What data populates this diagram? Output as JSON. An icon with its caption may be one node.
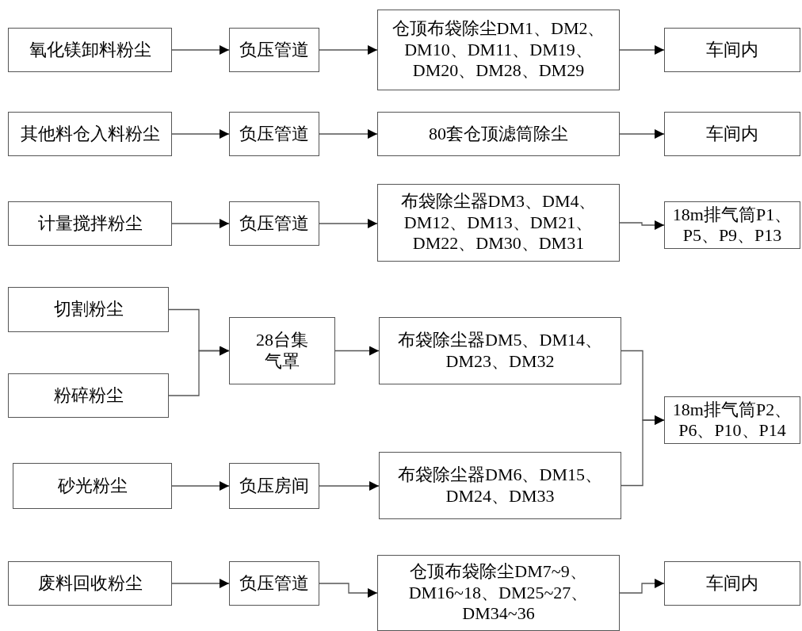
{
  "diagram": {
    "nodes": [
      {
        "text": [
          "氧化镁卸料粉尘"
        ]
      },
      {
        "text": [
          "负压管道"
        ]
      },
      {
        "text": [
          "仓顶布袋除尘DM1、DM2、DM10、DM11、DM19、DM20、DM28、DM29"
        ]
      },
      {
        "text": [
          "车间内"
        ]
      },
      {
        "text": [
          "其他料仓入料粉尘"
        ]
      },
      {
        "text": [
          "负压管道"
        ]
      },
      {
        "text": [
          "80套仓顶滤筒除尘"
        ]
      },
      {
        "text": [
          "车间内"
        ]
      },
      {
        "text": [
          "计量搅拌粉尘"
        ]
      },
      {
        "text": [
          "负压管道"
        ]
      },
      {
        "text": [
          "布袋除尘器DM3、DM4、DM12、DM13、DM21、DM22、DM30、DM31"
        ]
      },
      {
        "text": [
          "18m排气筒P1、P5、P9、P13"
        ]
      },
      {
        "text": [
          "切割粉尘"
        ]
      },
      {
        "text": [
          "粉碎粉尘"
        ]
      },
      {
        "text": [
          "28台集气罩"
        ]
      },
      {
        "text": [
          "布袋除尘器DM5、DM14、DM23、DM32"
        ]
      },
      {
        "text": [
          "18m排气筒P2、P6、P10、P14"
        ]
      },
      {
        "text": [
          "砂光粉尘"
        ]
      },
      {
        "text": [
          "负压房间"
        ]
      },
      {
        "text": [
          "布袋除尘器DM6、DM15、DM24、DM33"
        ]
      },
      {
        "text": [
          "废料回收粉尘"
        ]
      },
      {
        "text": [
          "负压管道"
        ]
      },
      {
        "text": [
          "仓顶布袋除尘DM7~9、DM16~18、DM25~27、DM34~36"
        ]
      },
      {
        "text": [
          "车间内"
        ]
      }
    ],
    "edges": [
      {
        "from": 0,
        "to": 1,
        "arrow": "to"
      },
      {
        "from": 1,
        "to": 2,
        "arrow": "to"
      },
      {
        "from": 2,
        "to": 3,
        "arrow": "to"
      },
      {
        "from": 4,
        "to": 5,
        "arrow": "to"
      },
      {
        "from": 5,
        "to": 6,
        "arrow": "to"
      },
      {
        "from": 6,
        "to": 7,
        "arrow": "to"
      },
      {
        "from": 8,
        "to": 9,
        "arrow": "to"
      },
      {
        "from": 9,
        "to": 10,
        "arrow": "to"
      },
      {
        "from": 10,
        "to": 11,
        "arrow": "to"
      },
      {
        "from": 12,
        "to": 14,
        "arrow": "to"
      },
      {
        "from": 13,
        "to": 14,
        "arrow": "to"
      },
      {
        "from": 14,
        "to": 15,
        "arrow": "to"
      },
      {
        "from": 15,
        "to": 16,
        "arrow": "to"
      },
      {
        "from": 17,
        "to": 18,
        "arrow": "to"
      },
      {
        "from": 18,
        "to": 19,
        "arrow": "to"
      },
      {
        "from": 19,
        "to": 16,
        "arrow": "to"
      },
      {
        "from": 20,
        "to": 21,
        "arrow": "to"
      },
      {
        "from": 21,
        "to": 22,
        "arrow": "to"
      },
      {
        "from": 22,
        "to": 23,
        "arrow": "to"
      }
    ]
  }
}
